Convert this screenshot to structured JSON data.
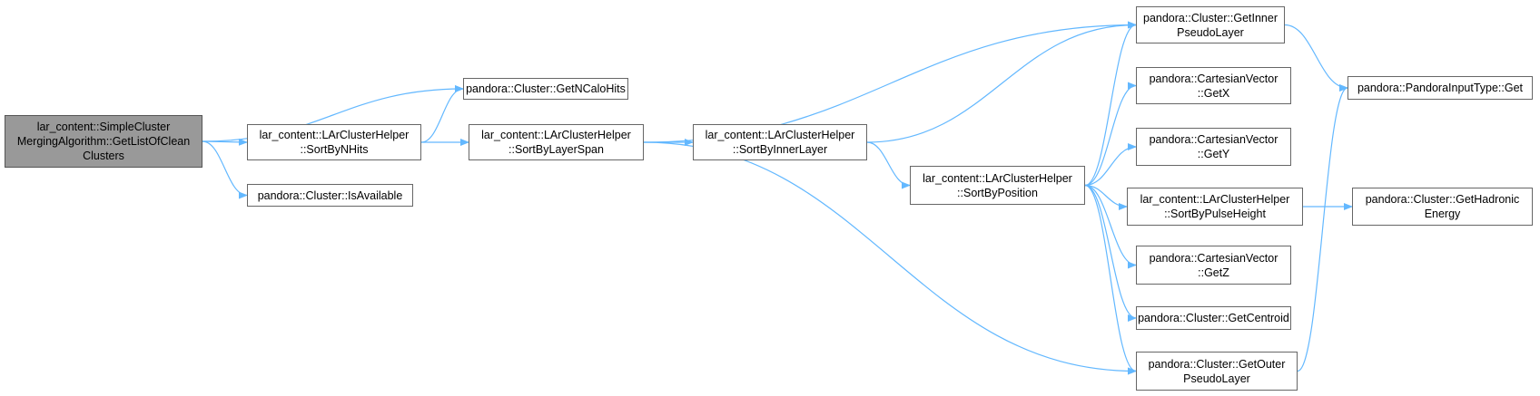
{
  "graph": {
    "edge_color": "#63b8ff",
    "node_border_color": "#666666",
    "root_fill_color": "#999999",
    "nodes": {
      "root": [
        "lar_content::SimpleCluster",
        "MergingAlgorithm::GetListOfClean",
        "Clusters"
      ],
      "get_n_calo_hits": [
        "pandora::Cluster::GetNCaloHits"
      ],
      "sort_by_n_hits": [
        "lar_content::LArClusterHelper",
        "::SortByNHits"
      ],
      "is_available": [
        "pandora::Cluster::IsAvailable"
      ],
      "sort_by_layer_span": [
        "lar_content::LArClusterHelper",
        "::SortByLayerSpan"
      ],
      "sort_by_inner_layer": [
        "lar_content::LArClusterHelper",
        "::SortByInnerLayer"
      ],
      "sort_by_position": [
        "lar_content::LArClusterHelper",
        "::SortByPosition"
      ],
      "get_inner_pseudo_layer": [
        "pandora::Cluster::GetInner",
        "PseudoLayer"
      ],
      "get_x": [
        "pandora::CartesianVector",
        "::GetX"
      ],
      "get_y": [
        "pandora::CartesianVector",
        "::GetY"
      ],
      "sort_by_pulse_height": [
        "lar_content::LArClusterHelper",
        "::SortByPulseHeight"
      ],
      "get_z": [
        "pandora::CartesianVector",
        "::GetZ"
      ],
      "get_centroid": [
        "pandora::Cluster::GetCentroid"
      ],
      "get_outer_pseudo_layer": [
        "pandora::Cluster::GetOuter",
        "PseudoLayer"
      ],
      "pandora_input_type_get": [
        "pandora::PandoraInputType::Get"
      ],
      "get_hadronic_energy": [
        "pandora::Cluster::GetHadronic",
        "Energy"
      ]
    },
    "edges": [
      [
        "root",
        "get_n_calo_hits"
      ],
      [
        "root",
        "sort_by_n_hits"
      ],
      [
        "root",
        "is_available"
      ],
      [
        "sort_by_n_hits",
        "get_n_calo_hits"
      ],
      [
        "sort_by_n_hits",
        "sort_by_layer_span"
      ],
      [
        "sort_by_layer_span",
        "get_inner_pseudo_layer"
      ],
      [
        "sort_by_layer_span",
        "sort_by_inner_layer"
      ],
      [
        "sort_by_layer_span",
        "get_outer_pseudo_layer"
      ],
      [
        "sort_by_inner_layer",
        "get_inner_pseudo_layer"
      ],
      [
        "sort_by_inner_layer",
        "sort_by_position"
      ],
      [
        "sort_by_position",
        "get_inner_pseudo_layer"
      ],
      [
        "sort_by_position",
        "get_x"
      ],
      [
        "sort_by_position",
        "get_y"
      ],
      [
        "sort_by_position",
        "sort_by_pulse_height"
      ],
      [
        "sort_by_position",
        "get_z"
      ],
      [
        "sort_by_position",
        "get_centroid"
      ],
      [
        "sort_by_position",
        "get_outer_pseudo_layer"
      ],
      [
        "sort_by_pulse_height",
        "get_hadronic_energy"
      ],
      [
        "get_inner_pseudo_layer",
        "pandora_input_type_get"
      ],
      [
        "get_outer_pseudo_layer",
        "pandora_input_type_get"
      ]
    ]
  }
}
